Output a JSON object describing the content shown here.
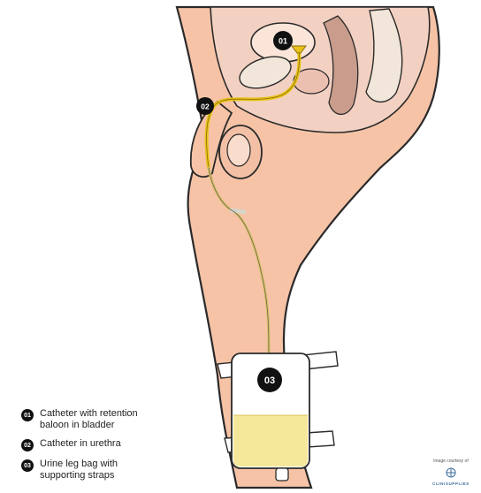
{
  "markers": [
    {
      "id": "01",
      "text": "Catheter with retention\nbaloon in bladder"
    },
    {
      "id": "02",
      "text": "Catheter in urethra"
    },
    {
      "id": "03",
      "text": "Urine leg bag with\nsupporting straps"
    }
  ],
  "credit": {
    "line": "image courtesy of",
    "brand": "CLINISUPPLIES"
  },
  "colors": {
    "skin": "#f6c3a7",
    "skin_shadow": "#e7a98c",
    "internal": "#f3d1c2",
    "organ": "#ecc0b0",
    "bone": "#f2e6da",
    "catheter": "#e8c21c",
    "urine": "#f5e89a",
    "outline": "#2a2a2a"
  },
  "icons": [
    "marker-01-badge",
    "marker-02-badge",
    "marker-03-badge",
    "clinisupplies-logo-icon"
  ]
}
